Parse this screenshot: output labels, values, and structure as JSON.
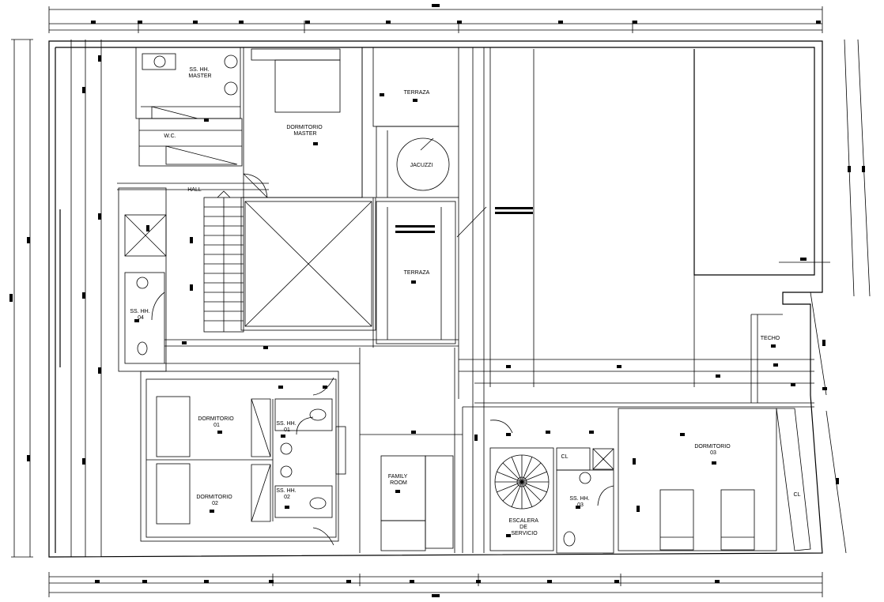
{
  "rooms": {
    "ss_hh_master": [
      "SS. HH.",
      "MASTER"
    ],
    "wic": [
      "W.C."
    ],
    "dormitorio_master": [
      "DORMITORIO",
      "MASTER"
    ],
    "terraza_top": [
      "TERRAZA"
    ],
    "jacuzzi": [
      "JACUZZI"
    ],
    "terraza_mid": [
      "TERRAZA"
    ],
    "hall": [
      "HALL"
    ],
    "ss_hh_04": [
      "SS. HH.",
      "04"
    ],
    "dormitorio_01": [
      "DORMITORIO",
      "01"
    ],
    "dormitorio_02": [
      "DORMITORIO",
      "02"
    ],
    "ss_hh_01": [
      "SS. HH.",
      "01"
    ],
    "ss_hh_02": [
      "SS. HH.",
      "02"
    ],
    "family_room": [
      "FAMILY",
      "ROOM"
    ],
    "escalera_servicio": [
      "ESCALERA",
      "DE",
      "SERVICIO"
    ],
    "cl_1": [
      "CL"
    ],
    "ss_hh_03": [
      "SS. HH.",
      "03"
    ],
    "dormitorio_03": [
      "DORMITORIO",
      "03"
    ],
    "cl_2": [
      "CL"
    ],
    "techo": [
      "TECHO"
    ]
  },
  "colors": {
    "line": "#000000",
    "background": "#ffffff"
  }
}
